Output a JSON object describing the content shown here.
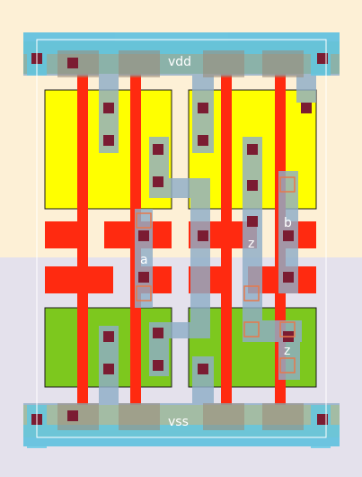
{
  "labels": {
    "power": "vdd",
    "ground": "vss",
    "input_a": "a",
    "input_b": "b",
    "output_upper": "z",
    "output_lower": "z"
  },
  "colors": {
    "nwell": "#fdf0d6",
    "pwell": "#e4e1ec",
    "pdiff": "#ffff00",
    "ndiff": "#7dc81e",
    "poly": "#ff2a10",
    "metal1": "#8faec8",
    "metal2": "#5ec8e6",
    "contact": "#7b1c32",
    "via": "#e8784a",
    "boundary": "#ffffff"
  }
}
